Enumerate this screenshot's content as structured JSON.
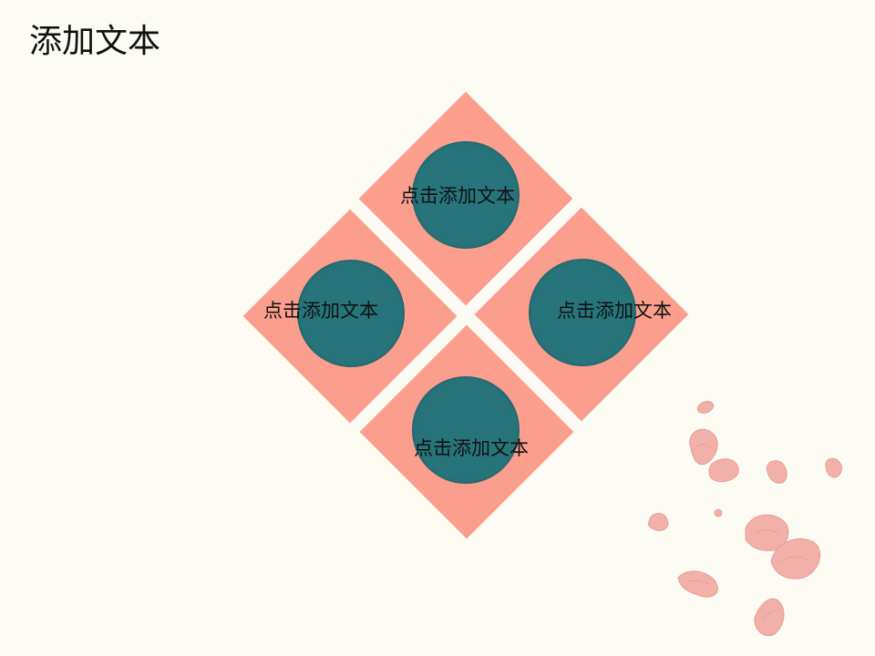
{
  "slide": {
    "title": "添加文本"
  },
  "diagram": {
    "items": [
      {
        "position": "top",
        "label": "点击添加文本"
      },
      {
        "position": "left",
        "label": "点击添加文本"
      },
      {
        "position": "right",
        "label": "点击添加文本"
      },
      {
        "position": "bottom",
        "label": "点击添加文本"
      }
    ]
  },
  "colors": {
    "background": "#fcfbf4",
    "tile": "#fc9e8e",
    "circle": "#27757b",
    "petal": "#f0a9a0",
    "text": "#111111"
  },
  "decoration": {
    "icon": "petals-icon"
  }
}
